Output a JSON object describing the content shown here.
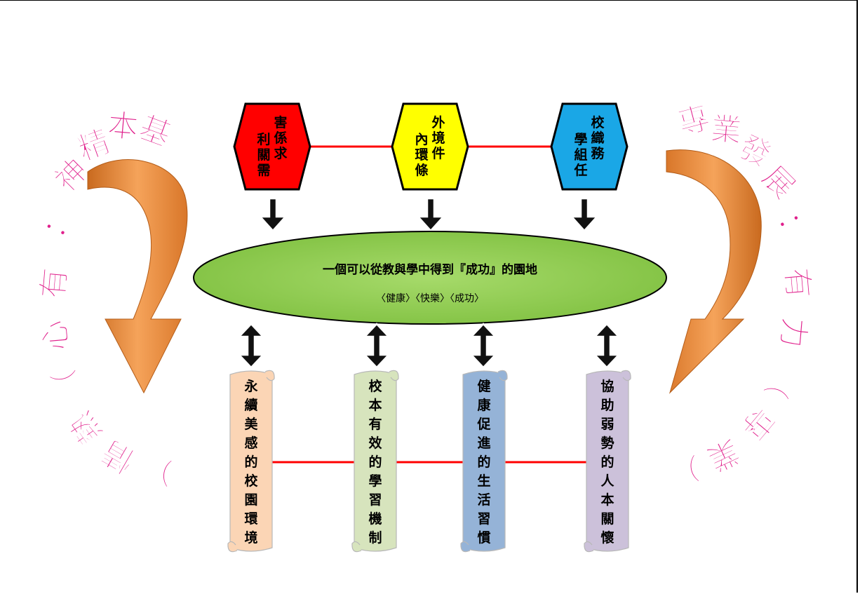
{
  "colors": {
    "connector": "#ff0000",
    "hex_red": "#ff0000",
    "hex_yellow": "#ffff00",
    "hex_blue": "#1aa7e6",
    "ellipse": "#92d050",
    "side_text": "#e0208c",
    "curve_arrow": "#ee8a33"
  },
  "hexagons": [
    {
      "id": "stakeholder",
      "lines": [
        "害係",
        "利關需求"
      ],
      "color": "red"
    },
    {
      "id": "environment",
      "lines": [
        "外境",
        "內環條件"
      ],
      "color": "yellow"
    },
    {
      "id": "organization",
      "lines": [
        "校織",
        "學組任務"
      ],
      "color": "blue"
    }
  ],
  "hexagon_text": [
    {
      "col1": "利關需",
      "col2": "害係求"
    },
    {
      "col1": "內環條",
      "col2": "外境件"
    },
    {
      "col1": "學組任",
      "col2": "校織務"
    }
  ],
  "center": {
    "title": "一個可以從教與學中得到『成功』的園地",
    "subtitle": "〈健康〉〈快樂〉〈成功〉"
  },
  "scrolls": [
    {
      "text": "永續美感的校園環境",
      "color": "#fbd5b5"
    },
    {
      "text": "校本有效的學習機制",
      "color": "#d7e4bd"
    },
    {
      "text": "健康促進的生活習慣",
      "color": "#95b3d7"
    },
    {
      "text": "協助弱勢的人本關懷",
      "color": "#ccc1da"
    }
  ],
  "left_side": {
    "main": "基本精神：有心",
    "paren": "（熱情）"
  },
  "right_side": {
    "main": "專業發展：有力",
    "paren": "（專業）"
  }
}
